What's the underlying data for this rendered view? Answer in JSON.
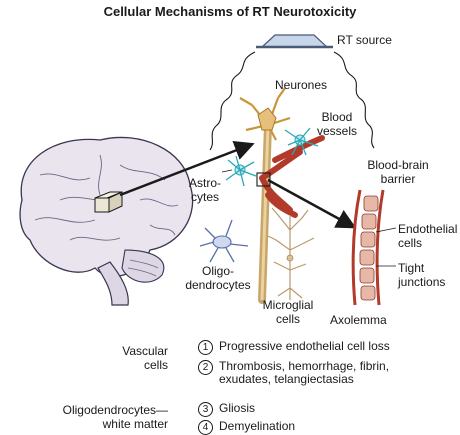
{
  "title": "Cellular Mechanisms of RT Neurotoxicity",
  "labels": {
    "rt_source": "RT source",
    "neurones": "Neurones",
    "blood_vessels": "Blood\nvessels",
    "astrocytes": "Astro-\ncytes",
    "oligodendrocytes": "Oligo-\ndendrocytes",
    "microglial": "Microglial\ncells",
    "axolemma": "Axolemma",
    "bbb": "Blood-brain\nbarrier",
    "endothelial": "Endothelial\ncells",
    "tight_junctions": "Tight\njunctions"
  },
  "legend": {
    "groups": [
      {
        "label": "Vascular\ncells",
        "items": [
          {
            "num": "1",
            "text": "Progressive endothelial cell loss"
          },
          {
            "num": "2",
            "text": "Thrombosis, hemorrhage, fibrin,\nexudates, telangiectasias"
          }
        ]
      },
      {
        "label": "Oligodendrocytes—\nwhite matter",
        "items": [
          {
            "num": "3",
            "text": "Gliosis"
          },
          {
            "num": "4",
            "text": "Demyelination"
          }
        ]
      }
    ]
  },
  "colors": {
    "vessel": "#b23a2a",
    "axon": "#c9a56a",
    "neuron": "#e6c07a",
    "astrocyte": "#2aa9b8",
    "oligodendrocyte": "#5a6fa8",
    "microglia": "#b89a6a",
    "brain": "#e9e4ee",
    "endothelial": "#e7b7a8"
  }
}
